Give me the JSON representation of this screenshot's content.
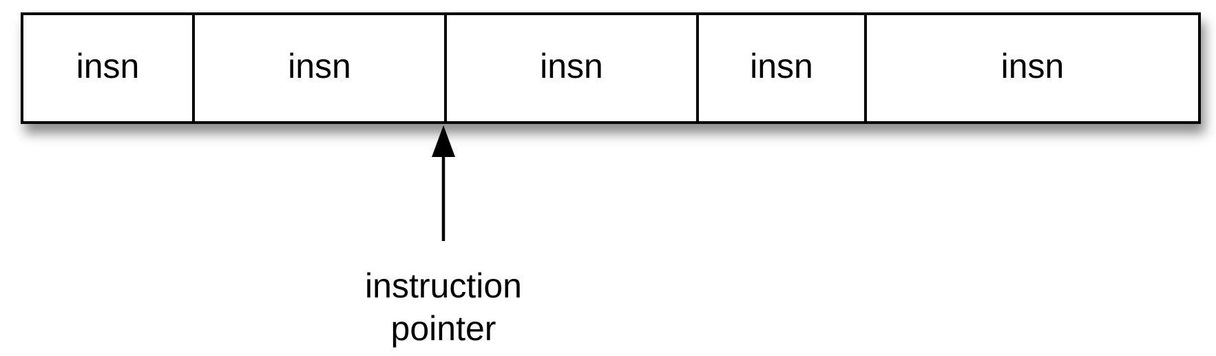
{
  "instructions": {
    "cells": [
      {
        "label": "insn"
      },
      {
        "label": "insn"
      },
      {
        "label": "insn"
      },
      {
        "label": "insn"
      },
      {
        "label": "insn"
      }
    ]
  },
  "pointer": {
    "caption_line1": "instruction",
    "caption_line2": "pointer"
  },
  "colors": {
    "stroke": "#000000",
    "fill": "#ffffff"
  }
}
